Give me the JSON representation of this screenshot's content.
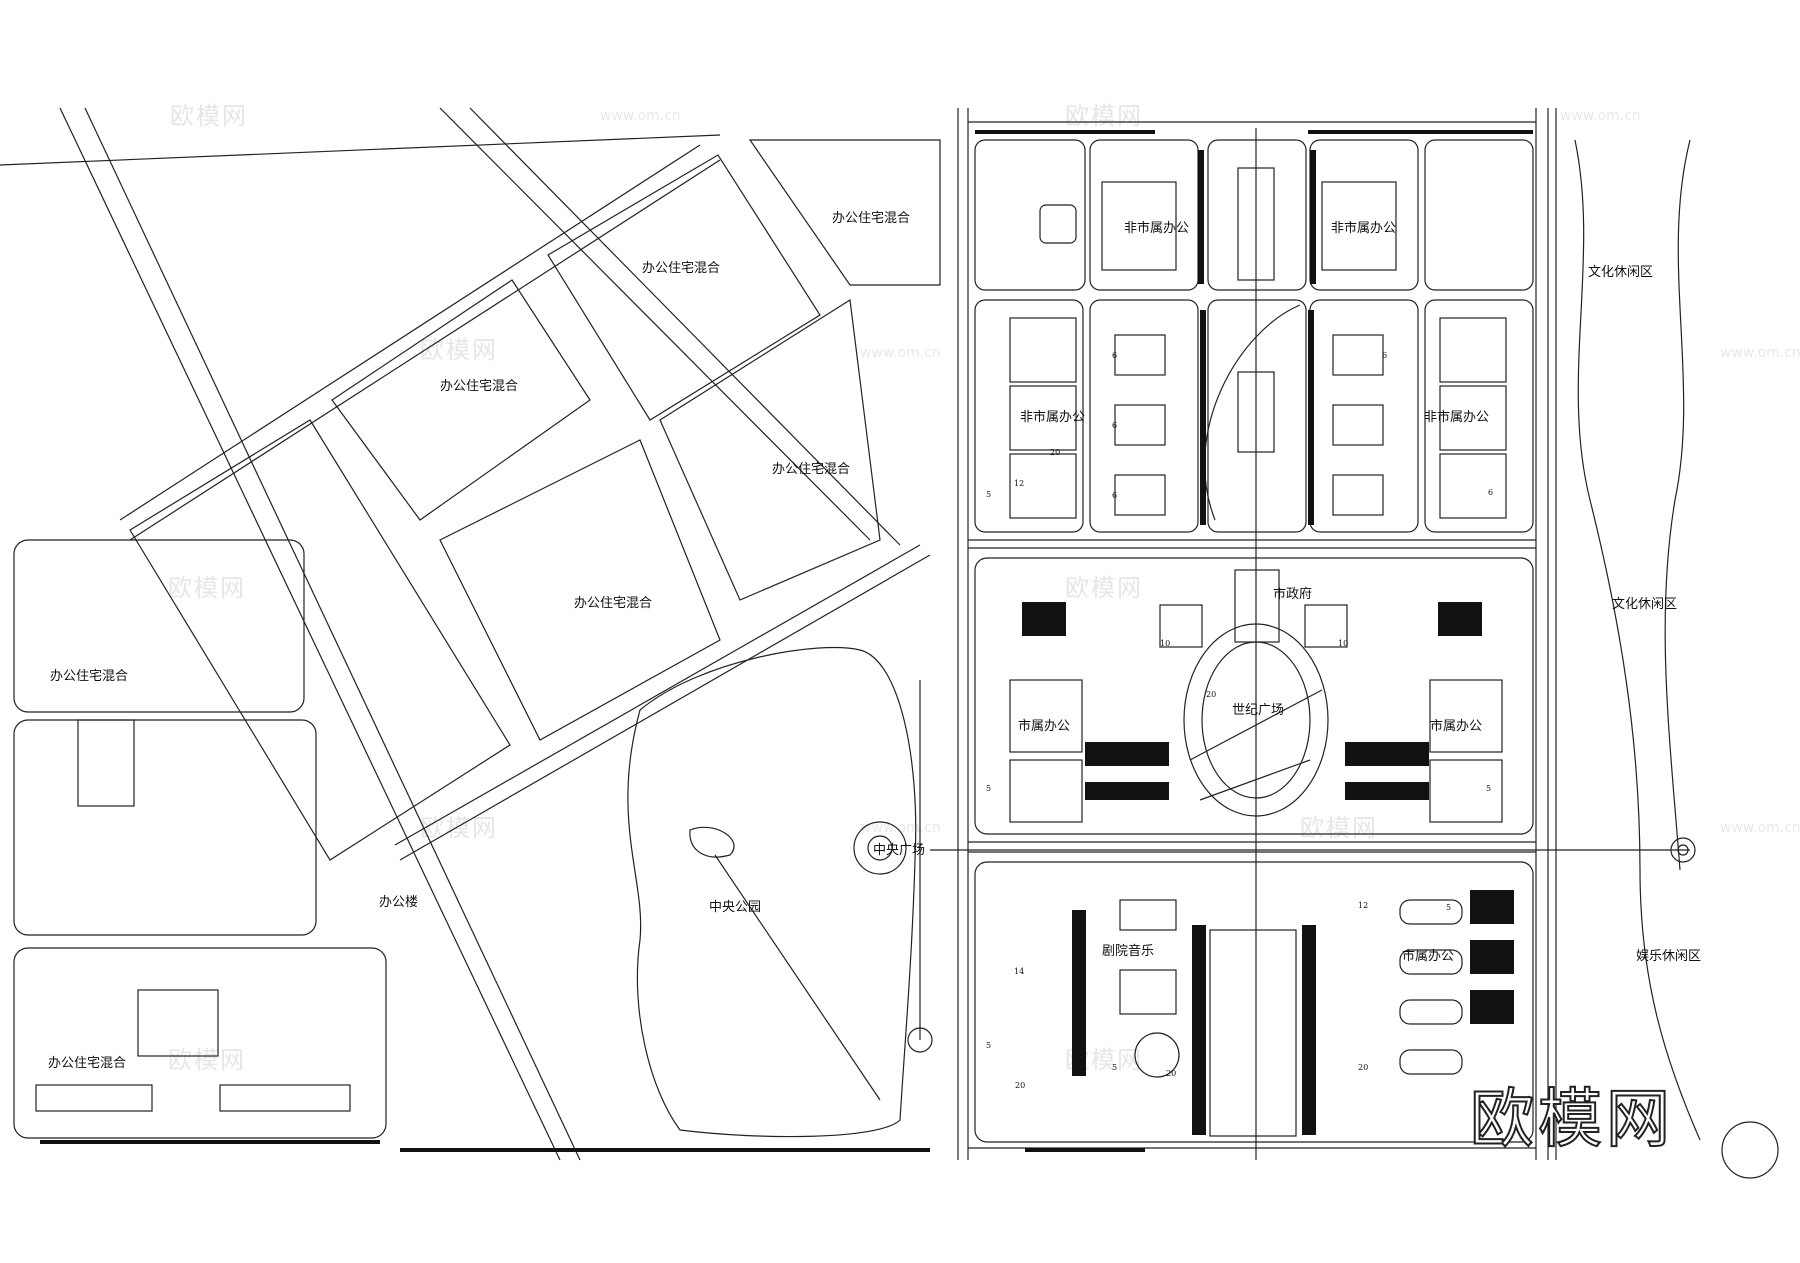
{
  "labels": {
    "mixed1": "办公住宅混合",
    "mixed2": "办公住宅混合",
    "mixed3": "办公住宅混合",
    "mixed4": "办公住宅混合",
    "mixed5": "办公住宅混合",
    "mixed6": "办公住宅混合",
    "mixed7": "办公住宅混合",
    "nonMunicipal1": "非市属办公",
    "nonMunicipal2": "非市属办公",
    "nonMunicipal3": "非市属办公",
    "nonMunicipal4": "非市属办公",
    "municipal1": "市属办公",
    "municipal2": "市属办公",
    "municipal3": "市属办公",
    "cityHall": "市政府",
    "centuryPlaza": "世纪广场",
    "centralSquare": "中央广场",
    "centralPark": "中央公园",
    "theaterMusic": "剧院音乐",
    "officeBuilding": "办公楼",
    "culture1": "文化休闲区",
    "culture2": "文化休闲区",
    "entertainment": "娱乐休闲区"
  },
  "numbers": {
    "n5": "5",
    "n6": "6",
    "n10": "10",
    "n12": "12",
    "n14": "14",
    "n20": "20"
  },
  "watermark": {
    "brand": "欧模网",
    "url": "www.om.cn"
  },
  "colors": {
    "line": "#222222",
    "hatch": "#111111",
    "background": "#ffffff"
  }
}
